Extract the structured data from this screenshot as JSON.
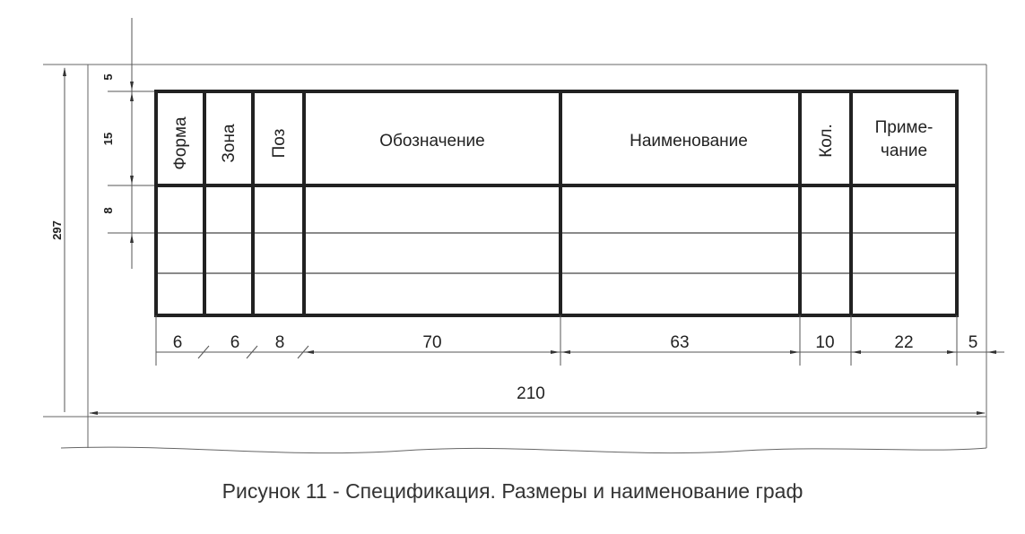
{
  "sheet": {
    "height_label": "297",
    "width_label": "210"
  },
  "header": {
    "forma": "Форма",
    "zona": "Зона",
    "poz": "Поз",
    "oboznachenie": "Обозначение",
    "naimenovanie": "Наименование",
    "kol": "Кол.",
    "primechanie_line1": "Приме-",
    "primechanie_line2": "чание"
  },
  "column_widths": {
    "forma": "6",
    "zona": "6",
    "poz": "8",
    "oboznachenie": "70",
    "naimenovanie": "63",
    "kol": "10",
    "primechanie": "22",
    "right_margin": "5"
  },
  "row_dims": {
    "top_margin": "5",
    "header_height": "15",
    "row_height": "8"
  },
  "caption": "Рисунок 11 - Спецификация. Размеры и наименование граф"
}
